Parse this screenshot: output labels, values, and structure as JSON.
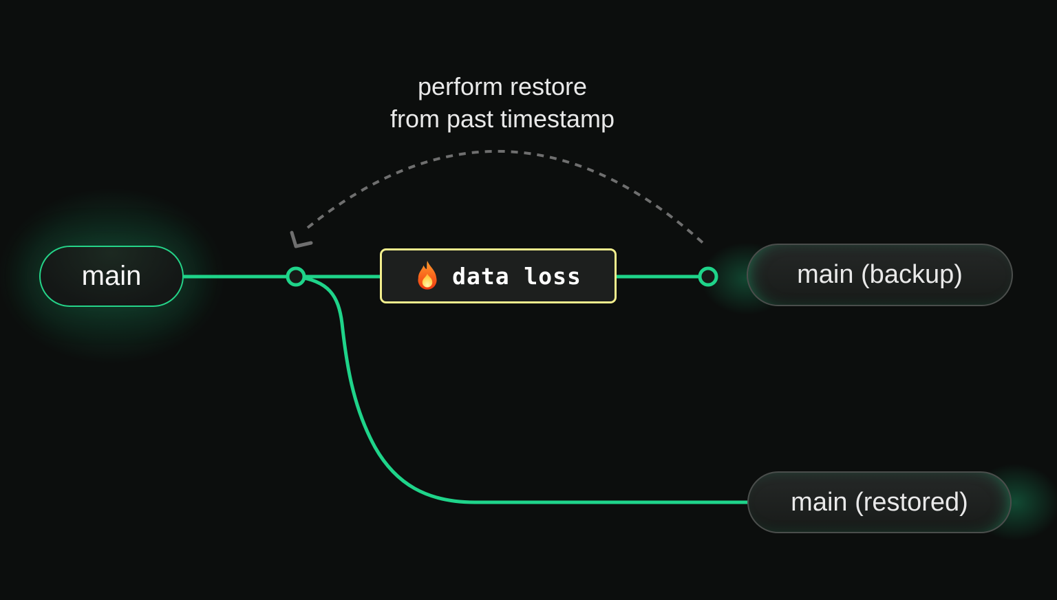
{
  "title": {
    "line1": "perform restore",
    "line2": "from past timestamp"
  },
  "nodes": {
    "main": {
      "label": "main"
    },
    "backup": {
      "label": "main (backup)"
    },
    "restored": {
      "label": "main (restored)"
    }
  },
  "event_box": {
    "label": "data loss",
    "icon": "fire-icon"
  },
  "colors": {
    "background": "#0c0e0d",
    "branch_green": "#1fd48a",
    "warning_yellow": "#f3ef8d",
    "dashed_gray": "#6f6f6f",
    "node_border_gray": "#4b4e4c",
    "text_light": "#e9e9e9"
  }
}
